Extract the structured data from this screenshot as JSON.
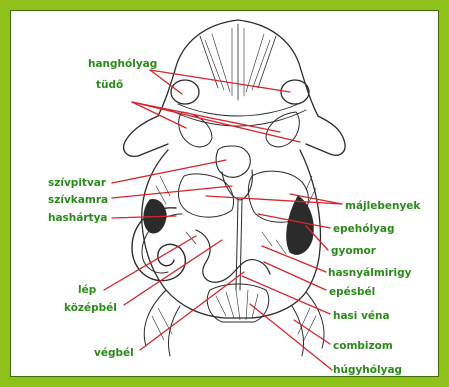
{
  "colors": {
    "frame": "#8ec21b",
    "label_text": "#2a8a1a",
    "leader_line": "#d8242b",
    "drawing": "#2b2b2b"
  },
  "labels": {
    "hangholyag": "hanghólyag",
    "tudo": "tüdő",
    "szivpitvar": "szívpitvar",
    "szivkamra": "szívkamra",
    "hashartya": "hashártya",
    "lep": "lép",
    "kozepbel": "középbél",
    "vegbel": "végbél",
    "majlebenyek": "májlebenyek",
    "epeholyag": "epehólyag",
    "gyomor": "gyomor",
    "hasnyalmirigy": "hasnyálmirigy",
    "epesbel": "epésbél",
    "hasi_vena": "hasi véna",
    "combizom": "combizom",
    "hugyholyag": "húgyhólyag"
  }
}
